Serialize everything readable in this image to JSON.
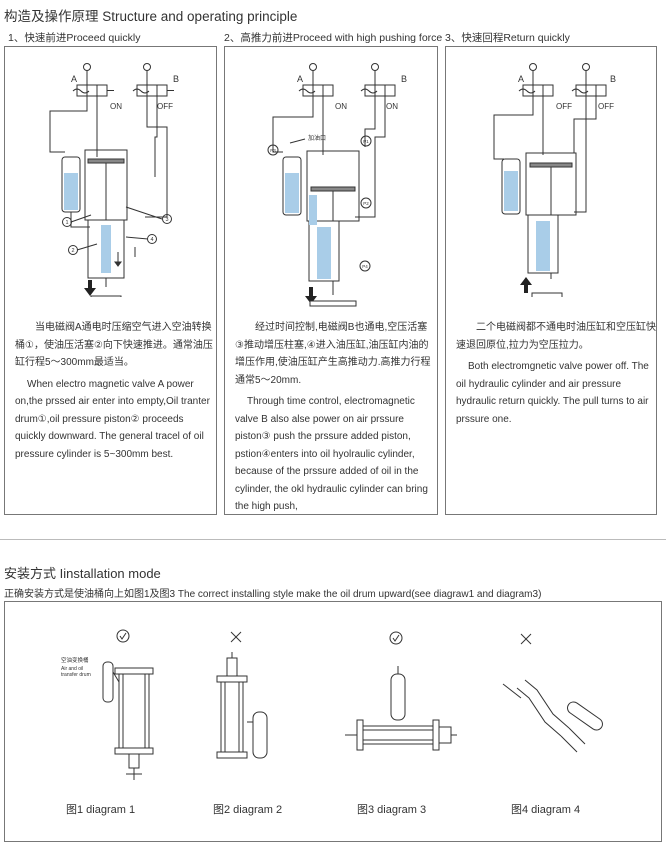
{
  "header": {
    "title": "构造及操作原理 Structure and operating principle"
  },
  "steps": [
    {
      "title": "1、快速前进Proceed quickly",
      "valve_a": {
        "letter": "A",
        "state": "ON"
      },
      "valve_b": {
        "letter": "B",
        "state": "OFF"
      },
      "desc_cn": "当电磁阀A通电时压缩空气进入空油转换桶①，使油压活塞②向下快速推进。通常油压缸行程5～300mm最适当。",
      "desc_en": "When electro magnetic valve A power on,the prssed air enter into empty,Oil tranter drum①,oil pressure piston② proceeds quickly downward. The general tracel of oil pressure cylinder is 5~300mm best."
    },
    {
      "title": "2、高推力前进Proceed with high pushing force",
      "valve_a": {
        "letter": "A",
        "state": "ON"
      },
      "valve_b": {
        "letter": "B",
        "state": "ON"
      },
      "port_label": "加油口",
      "desc_cn": "经过时间控制,电磁阀B也通电,空压活塞③推动增压柱塞,④进入油压缸,油压缸内油的增压作用,使油压缸产生高推动力.高推力行程通常5～20mm.",
      "desc_en": "Through time control, electromagnetic valve B also alse power on air prssure piston③ push the prssure added piston, pstion④enters into oil hyolraulic cylinder, because of the prssure added of oil in the cylinder, the okl hydraulic cylinder can bring the high push,"
    },
    {
      "title": "3、快速回程Return quickly",
      "valve_a": {
        "letter": "A",
        "state": "OFF"
      },
      "valve_b": {
        "letter": "B",
        "state": "OFF"
      },
      "desc_cn": "二个电磁阀都不通电时油压缸和空压缸快速退回原位,拉力为空压拉力。",
      "desc_en": "Both electromgnetic valve power off. The oil hydraulic cylinder and air pressure hydraulic return quickly. The pull turns to air prssure one."
    }
  ],
  "install": {
    "section_title": "安装方式 Iinstallation mode",
    "note": "正确安装方式是使油桶向上如图1及图3 The correct installing style make the oil drum upward(see diagraw1 and diagram3)",
    "callout_label": "空油变换桶",
    "callout_en_1": "Air and oil",
    "callout_en_2": "transfer drum",
    "diagrams": [
      {
        "caption": "图1  diagram 1",
        "status": "correct"
      },
      {
        "caption": "图2  diagram 2",
        "status": "incorrect"
      },
      {
        "caption": "图3  diagram 3",
        "status": "correct"
      },
      {
        "caption": "图4  diagram 4",
        "status": "incorrect"
      }
    ]
  }
}
